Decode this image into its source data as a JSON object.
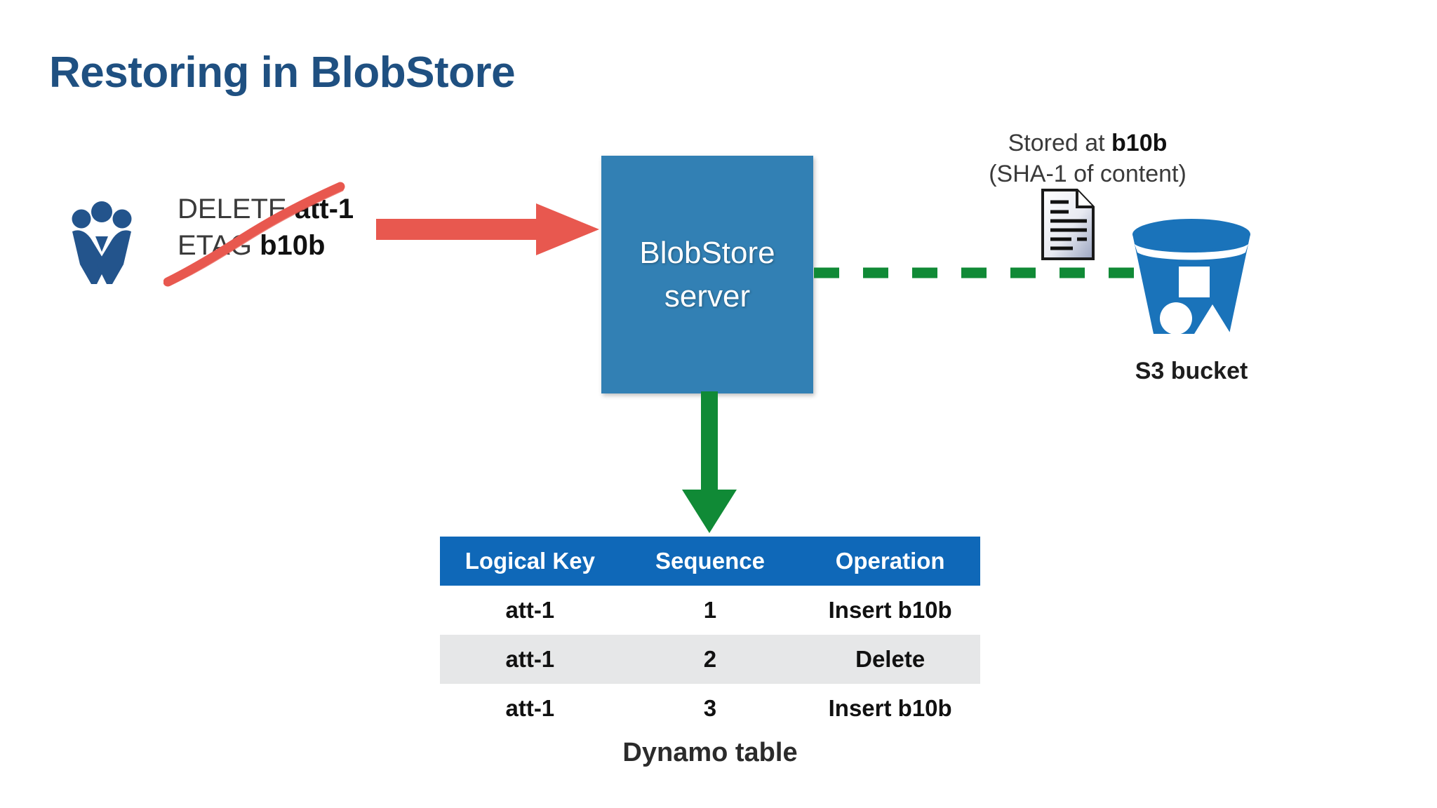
{
  "slide": {
    "title": "Restoring in BlobStore",
    "title_color": "#1f5081",
    "background": "#ffffff"
  },
  "client": {
    "icon": "people-group-icon",
    "icon_color": "#1f4e79"
  },
  "request": {
    "line1_prefix": "DELETE ",
    "line1_value": "att-1",
    "line2_prefix": "ETAG ",
    "line2_value": "b10b",
    "struck_through": true,
    "strike_color": "#e8584f"
  },
  "flow": {
    "request_arrow_color": "#e8584f",
    "store_arrow_color": "#108a36",
    "log_arrow_color": "#108a36"
  },
  "server": {
    "label": "BlobStore\nserver",
    "fill_color": "#3280b4",
    "text_color": "#ffffff"
  },
  "storage": {
    "caption_line1_prefix": "Stored at ",
    "caption_line1_value": "b10b",
    "caption_line2": "(SHA-1 of content)",
    "document_icon": "document-file-icon",
    "bucket_label": "S3 bucket",
    "bucket_color": "#1a73ba"
  },
  "dynamo": {
    "caption": "Dynamo table",
    "header_color": "#0f68b8",
    "alt_row_color": "#e6e7e8",
    "columns": [
      "Logical Key",
      "Sequence",
      "Operation"
    ],
    "rows": [
      [
        "att-1",
        "1",
        "Insert b10b"
      ],
      [
        "att-1",
        "2",
        "Delete"
      ],
      [
        "att-1",
        "3",
        "Insert b10b"
      ]
    ]
  }
}
